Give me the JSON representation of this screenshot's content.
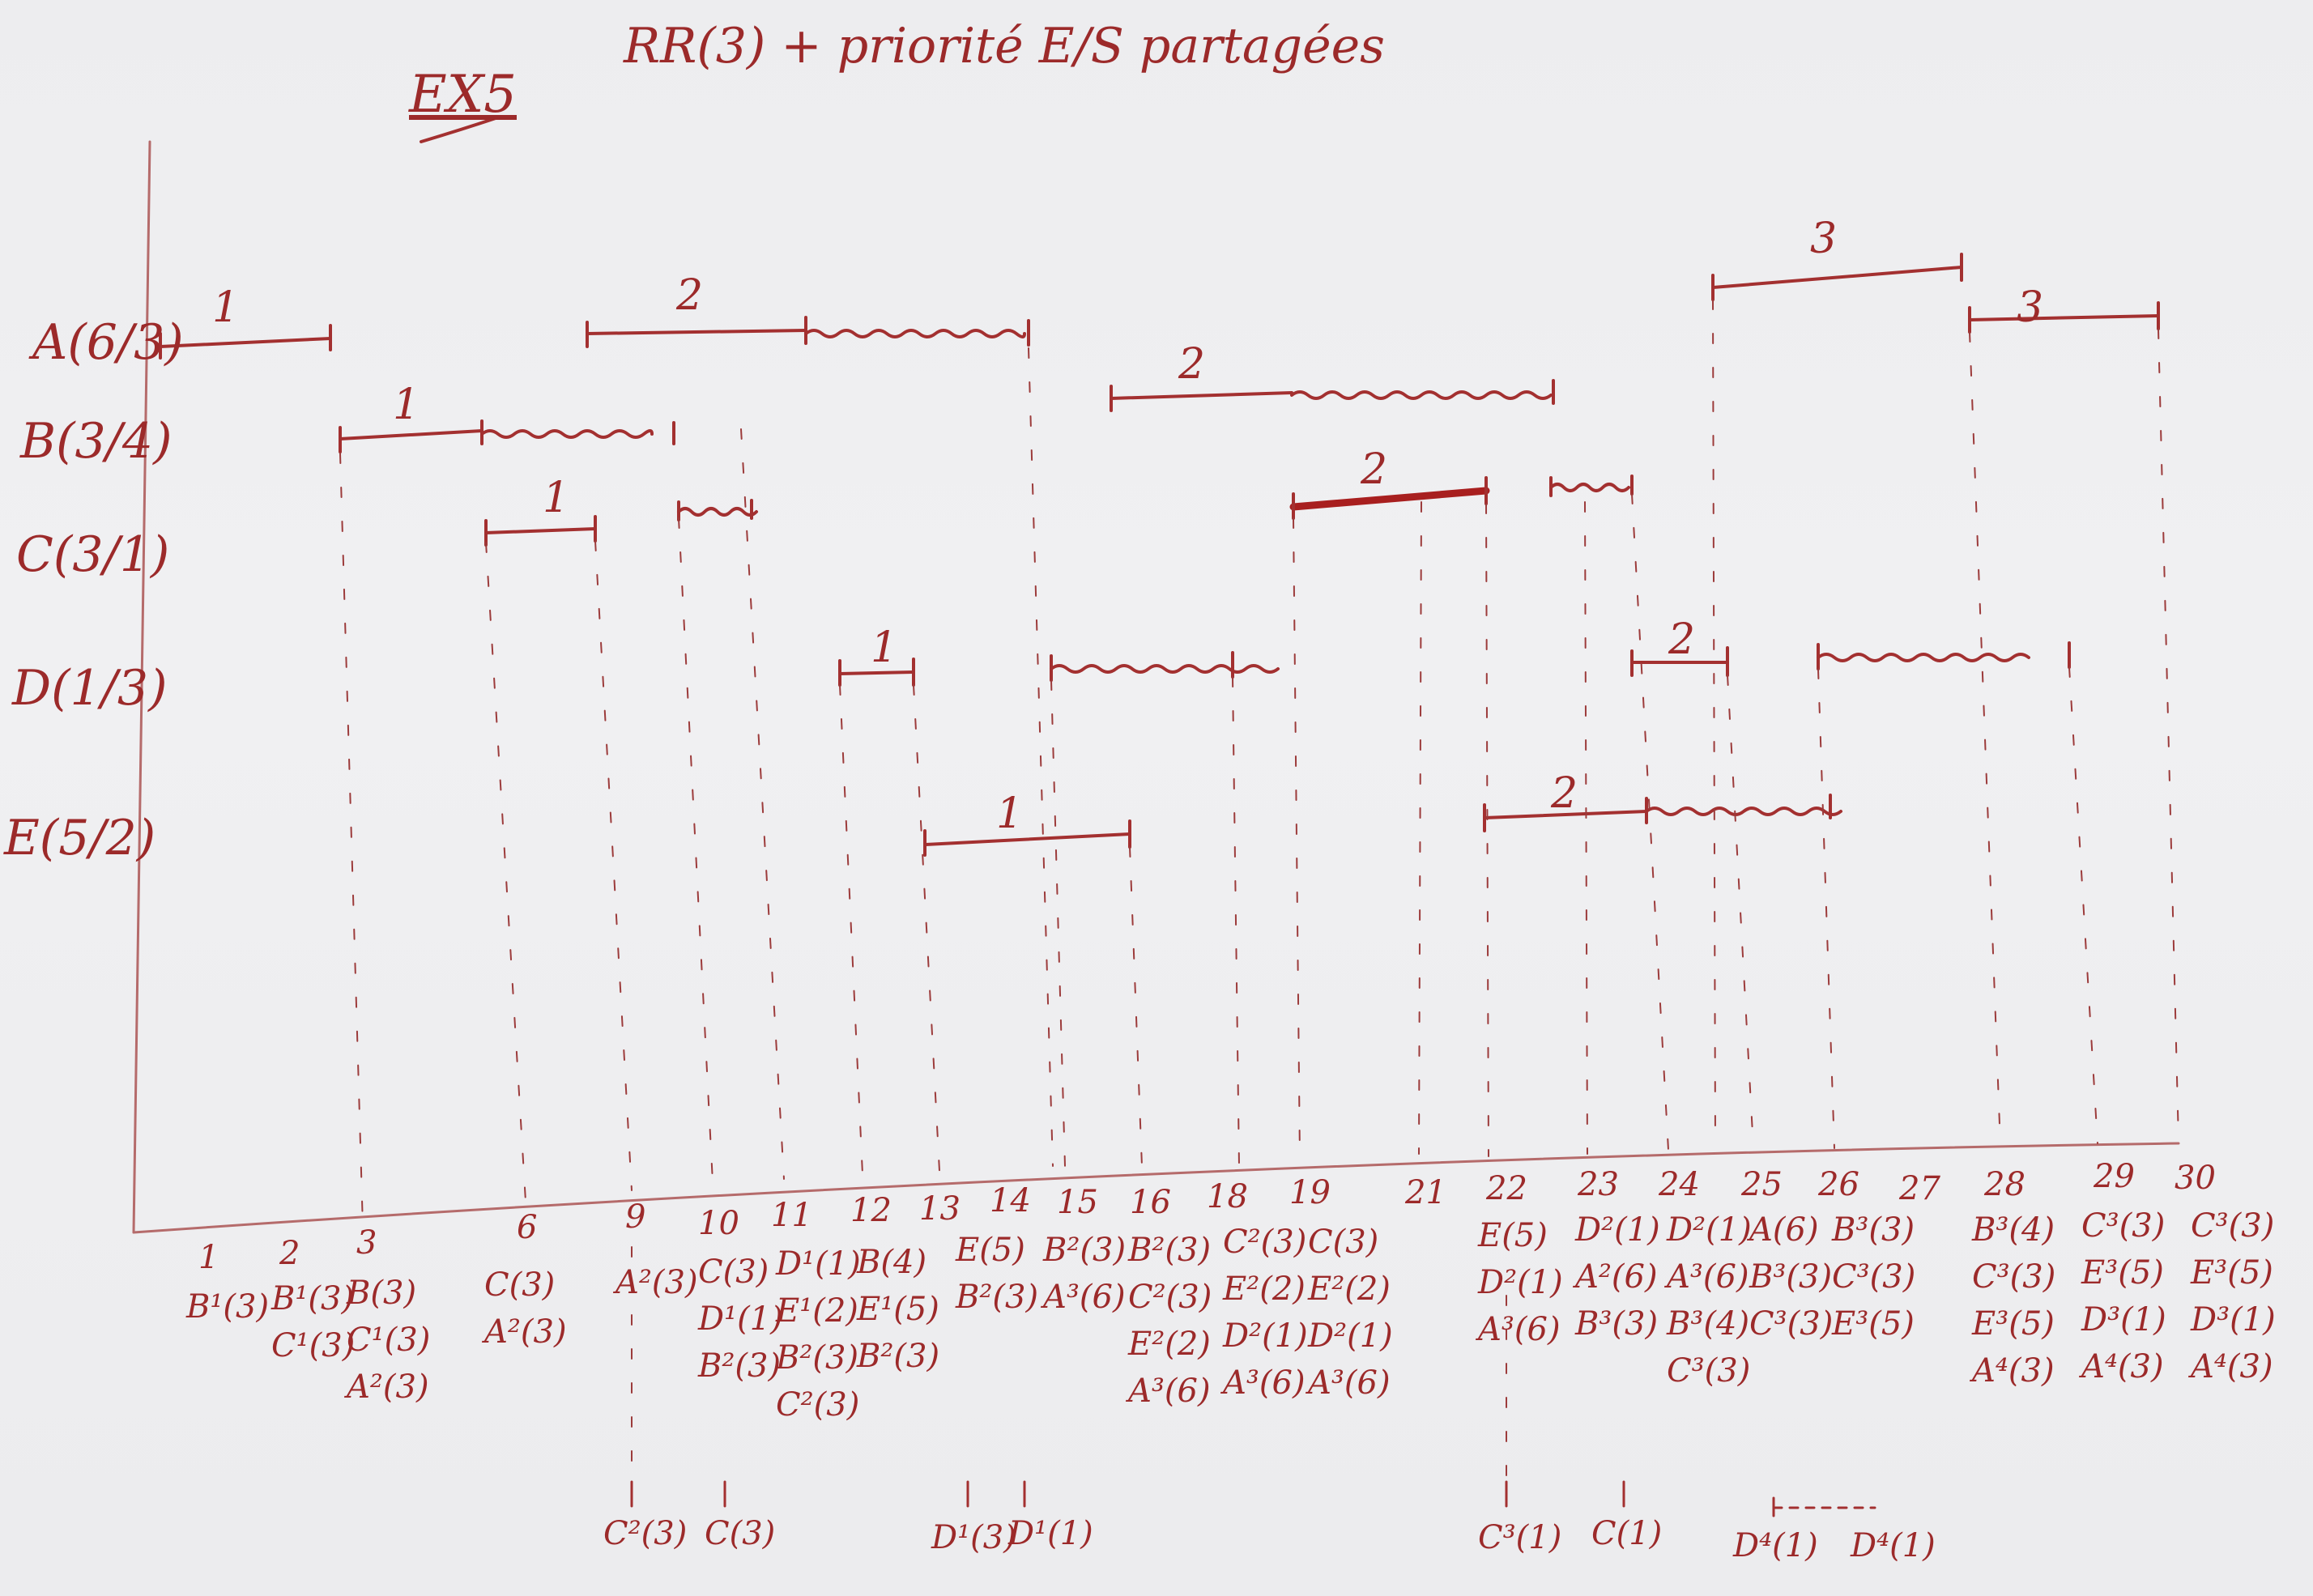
{
  "heading": "EX5",
  "subtitle": "RR(3) + priorité E/S partagées",
  "processes": [
    {
      "label": "A(6/3)"
    },
    {
      "label": "B(3/4)"
    },
    {
      "label": "C(3/1)"
    },
    {
      "label": "D(1/3)"
    },
    {
      "label": "E(5/2)"
    }
  ],
  "time_ticks": [
    "1",
    "2",
    "3",
    "6",
    "9",
    "10",
    "11",
    "12",
    "13",
    "14",
    "15",
    "16",
    "18",
    "19",
    "21",
    "22",
    "23",
    "24",
    "25",
    "26",
    "27",
    "28",
    "29",
    "30"
  ],
  "segment_labels": [
    "1",
    "2",
    "3",
    "3",
    "1",
    "2",
    "1",
    "2",
    "1",
    "2",
    "1",
    "2"
  ],
  "ready_queues": [
    [
      "B¹(3)"
    ],
    [
      "B¹(3)",
      "C¹(3)"
    ],
    [
      "B(3)",
      "C¹(3)",
      "A²(3)"
    ],
    [
      "C(3)",
      "A²(3)"
    ],
    [
      "A²(3)"
    ],
    [
      "C(3)",
      "D¹(1)",
      "B²(3)"
    ],
    [
      "D¹(1)",
      "E¹(2)",
      "B²(3)",
      "C²(3)"
    ],
    [
      "B(4)",
      "E¹(5)",
      "B²(3)"
    ],
    [
      "E(5)",
      "B²(3)"
    ],
    [
      "B²(3)",
      "A³(6)"
    ],
    [
      "B²(3)",
      "C²(3)",
      "E²(2)",
      "A³(6)"
    ],
    [
      "C²(3)",
      "E²(2)",
      "D²(1)",
      "A³(6)"
    ],
    [
      "C(3)",
      "E²(2)",
      "D²(1)",
      "A³(6)"
    ],
    [
      "E(5)",
      "D²(1)",
      "A³(6)"
    ],
    [
      "D²(1)",
      "A²(6)",
      "B³(3)"
    ],
    [
      "D²(1)",
      "A³(6)",
      "B³(4)",
      "C³(3)"
    ],
    [
      "A(6)",
      "B³(3)",
      "C³(3)"
    ],
    [
      "B³(3)",
      "C³(3)",
      "E³(5)"
    ],
    [
      "B³(4)",
      "C³(3)",
      "E³(5)",
      "A⁴(3)"
    ],
    [
      "C³(3)",
      "E³(5)",
      "D³(1)",
      "A⁴(3)"
    ],
    [
      "C³(3)",
      "E³(5)",
      "D³(1)",
      "A⁴(3)"
    ]
  ],
  "io_queue": [
    "C²(3)",
    "C(3)",
    "D¹(3)",
    "D¹(1)",
    "C³(1)",
    "C(1)",
    "D⁴(1)",
    "D⁴(1)"
  ]
}
